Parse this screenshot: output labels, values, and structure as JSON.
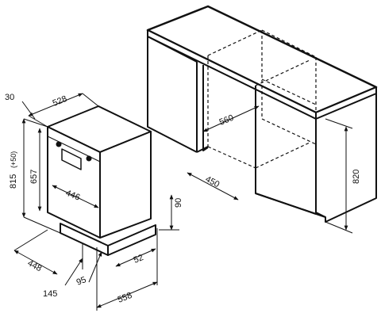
{
  "diagram": {
    "dimensions": {
      "d30": "30",
      "d528": "528",
      "d815": "815",
      "d815_adj": "(+50)",
      "d657": "657",
      "d446": "446",
      "d448": "448",
      "d145": "145",
      "d95": "95",
      "d558": "558",
      "d52": "52",
      "d90": "90",
      "d560": "560",
      "d450": "450",
      "d820": "820"
    }
  }
}
